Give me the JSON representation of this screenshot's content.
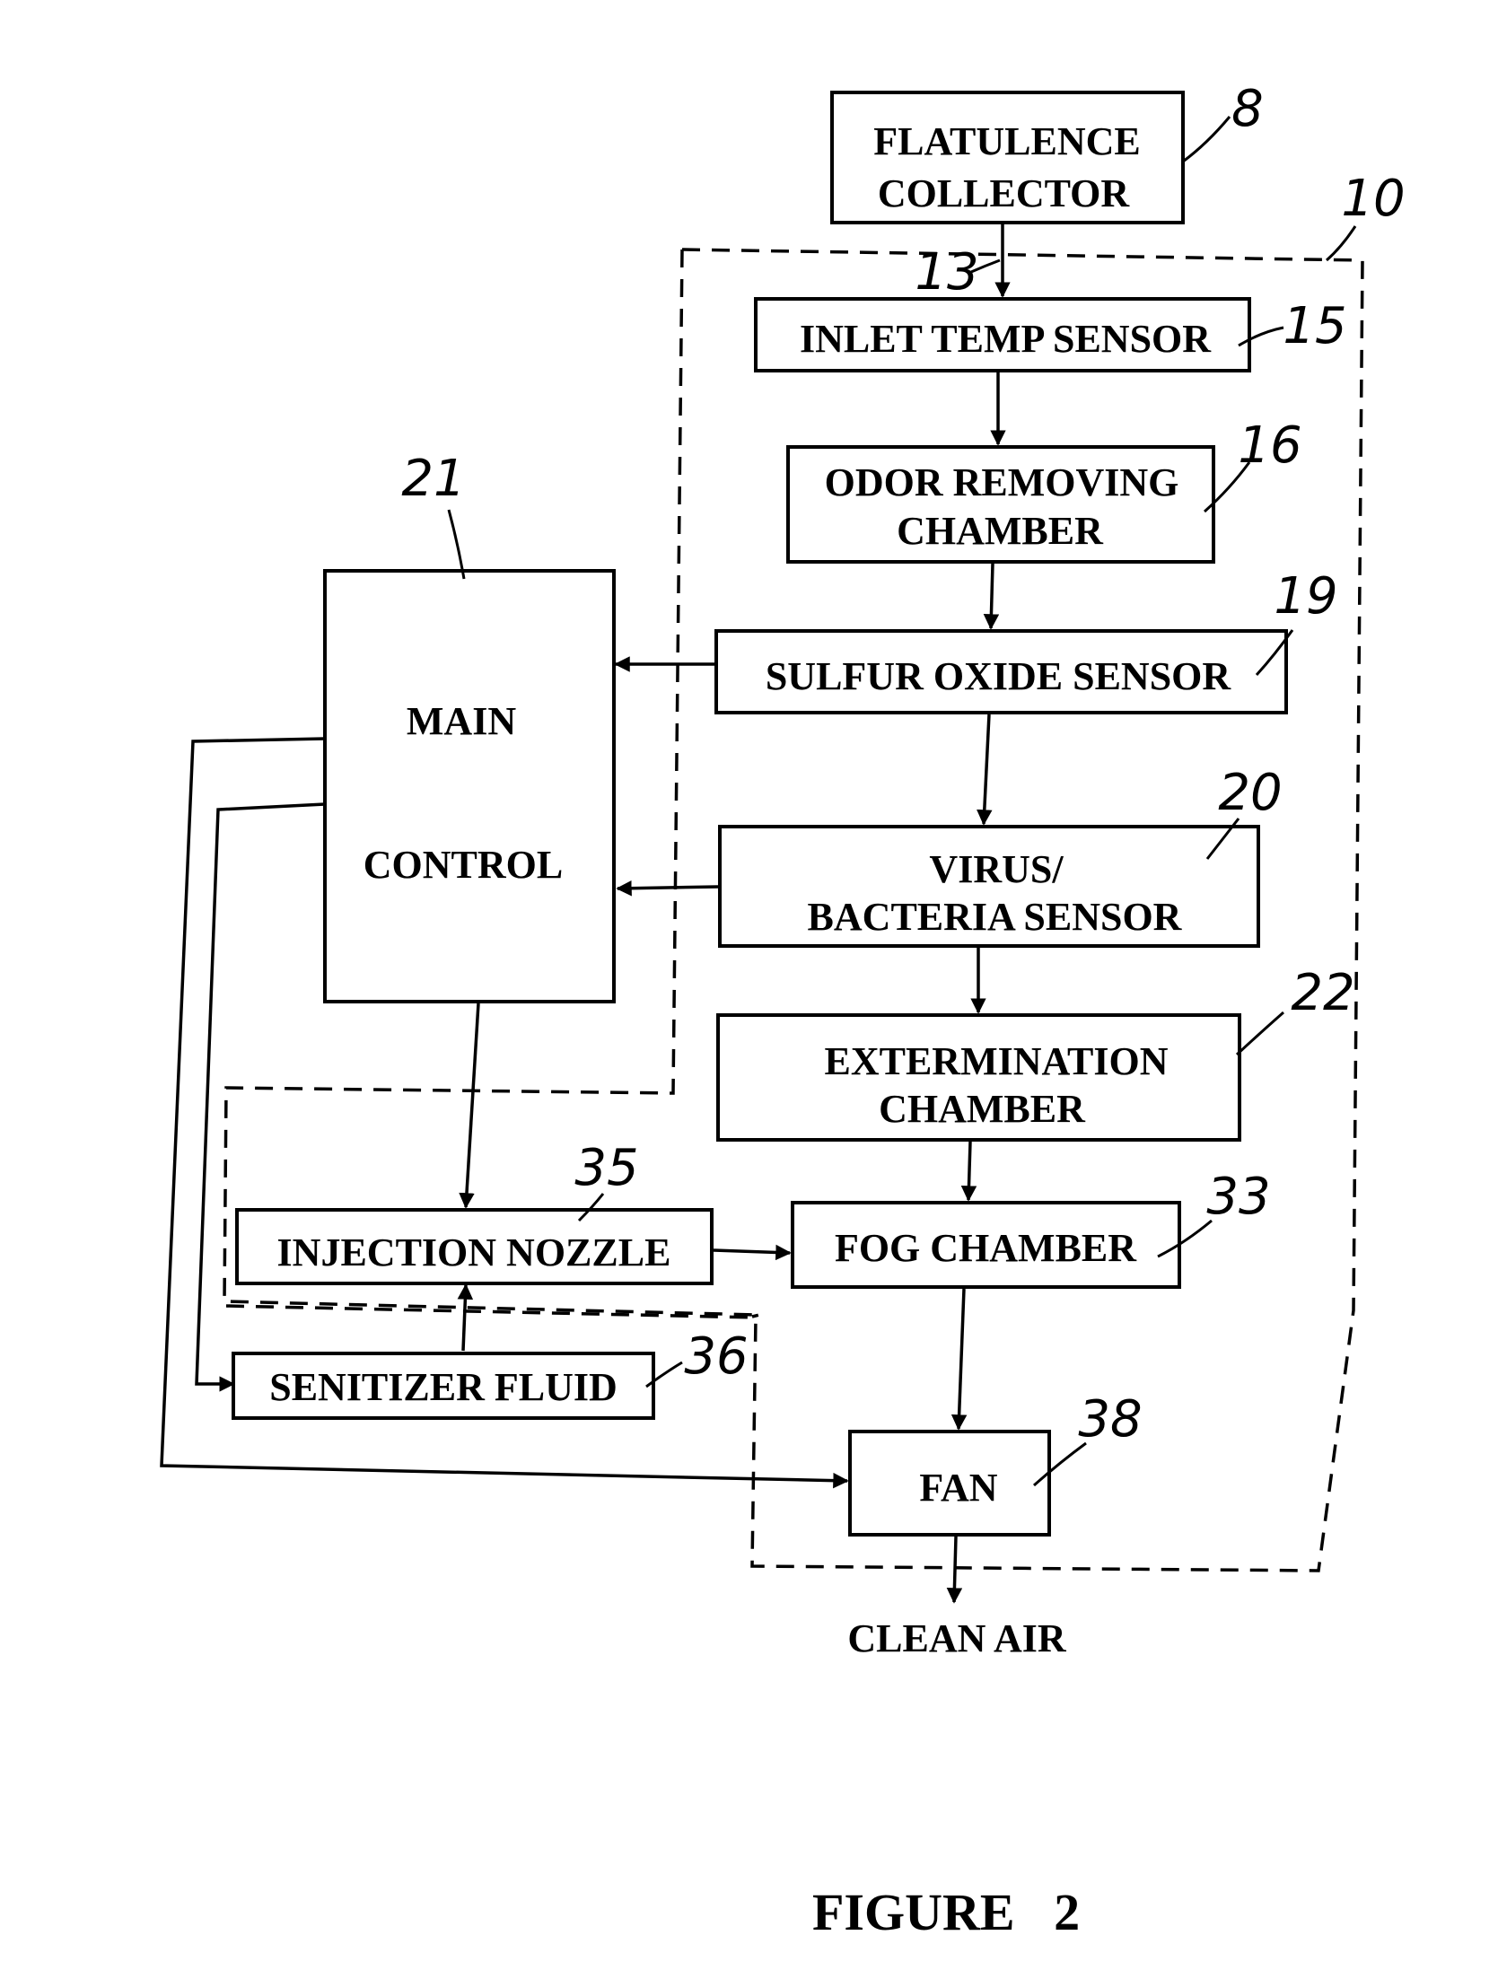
{
  "boxes": {
    "flatulence_collector": {
      "line1": "FLATULENCE",
      "line2": "COLLECTOR",
      "ref": "8"
    },
    "inlet_temp_sensor": {
      "label": "INLET TEMP SENSOR",
      "ref": "15"
    },
    "odor_removing_chamber": {
      "line1": "ODOR REMOVING",
      "line2": "CHAMBER",
      "ref": "16"
    },
    "sulfur_oxide_sensor": {
      "label": "SULFUR OXIDE SENSOR",
      "ref": "19"
    },
    "virus_bacteria_sensor": {
      "line1": "VIRUS/",
      "line2": "BACTERIA SENSOR",
      "ref": "20"
    },
    "extermination_chamber": {
      "line1": "EXTERMINATION",
      "line2": "CHAMBER",
      "ref": "22"
    },
    "fog_chamber": {
      "label": "FOG CHAMBER",
      "ref": "33"
    },
    "fan": {
      "label": "FAN",
      "ref": "38"
    },
    "main_control": {
      "line1": "MAIN",
      "line2": "CONTROL",
      "ref": "21"
    },
    "injection_nozzle": {
      "label": "INJECTION NOZZLE",
      "ref": "35"
    },
    "senitizer_fluid": {
      "label": "SENITIZER FLUID",
      "ref": "36"
    }
  },
  "refs": {
    "unit": "10",
    "inlet": "13"
  },
  "output_label": "CLEAN AIR",
  "figure_caption": "FIGURE   2"
}
